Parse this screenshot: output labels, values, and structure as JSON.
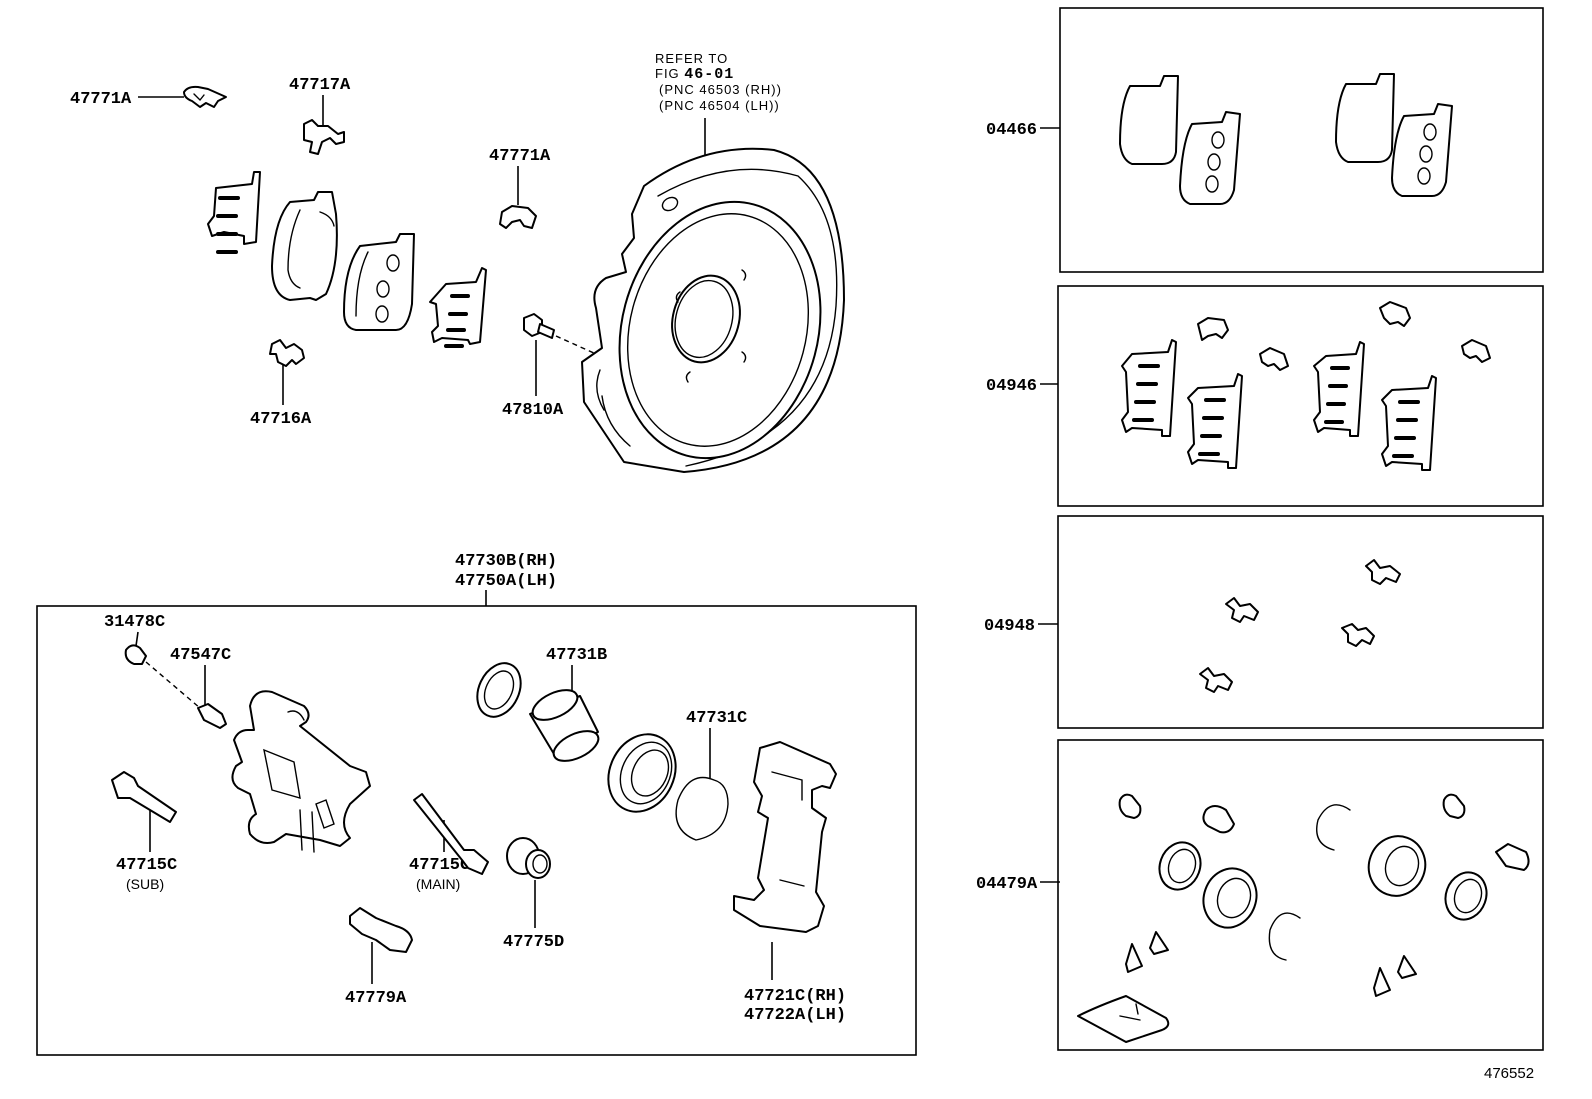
{
  "figure_id": "476552",
  "note": {
    "line1": "REFER TO",
    "line2_prefix": "FIG ",
    "line2_fig": "46-01",
    "line3": "(PNC 46503 (RH))",
    "line4": "(PNC 46504 (LH))"
  },
  "callouts": {
    "p47771A_left": "47771A",
    "p47717A": "47717A",
    "p47771A_right": "47771A",
    "p47716A": "47716A",
    "p47810A": "47810A",
    "p47730B": "47730B(RH)",
    "p47750A": "47750A(LH)",
    "p31478C": "31478C",
    "p47547C": "47547C",
    "p47731B": "47731B",
    "p47731C": "47731C",
    "p47715C_sub": "47715C",
    "p47715C_sub_note": "(SUB)",
    "p47715C_main": "47715C",
    "p47715C_main_note": "(MAIN)",
    "p47775D": "47775D",
    "p47779A": "47779A",
    "p47721C": "47721C(RH)",
    "p47722A": "47722A(LH)"
  },
  "kits": [
    {
      "code": "04466",
      "contents": "brake pads"
    },
    {
      "code": "04946",
      "contents": "anti-squeal shims and clips"
    },
    {
      "code": "04948",
      "contents": "pad support plates"
    },
    {
      "code": "04479A",
      "contents": "cylinder seal kit"
    }
  ]
}
